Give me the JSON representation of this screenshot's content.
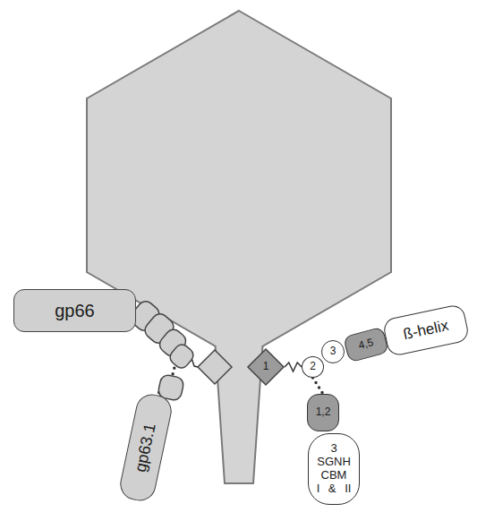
{
  "diagram": {
    "nodes": [
      {
        "text": [
          "gp66"
        ]
      },
      {
        "text": [
          "gp63.1"
        ]
      },
      {
        "text": [
          "1"
        ]
      },
      {
        "text": [
          "2"
        ]
      },
      {
        "text": [
          "3"
        ]
      },
      {
        "text": [
          "4,5"
        ]
      },
      {
        "text": [
          "ß-helix"
        ]
      },
      {
        "text": [
          "1,2"
        ]
      },
      {
        "text": [
          "3",
          "SGNH CBM I & II"
        ]
      }
    ],
    "edges": [
      {
        "from": 0,
        "to": 1,
        "arrow": "none"
      },
      {
        "from": 2,
        "to": 3,
        "arrow": "none"
      },
      {
        "from": 3,
        "to": 7,
        "arrow": "none"
      }
    ]
  }
}
